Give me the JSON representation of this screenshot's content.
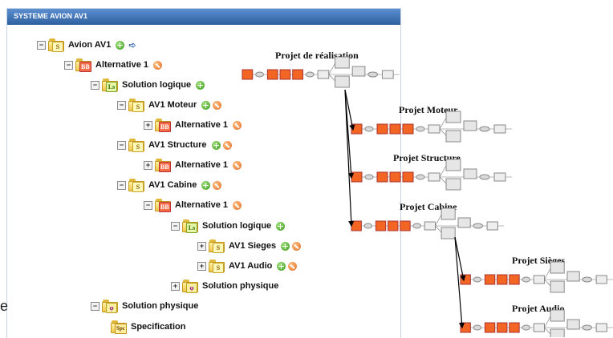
{
  "panel": {
    "title": "SYSTEME AVION AV1"
  },
  "tree": [
    {
      "label": "Avion AV1",
      "badge": "S",
      "type": "s",
      "expander": "−",
      "add": true,
      "cancel": false,
      "arrow": true
    },
    {
      "label": "Alternative 1",
      "badge": "BB",
      "type": "bb",
      "expander": "−",
      "add": false,
      "cancel": true
    },
    {
      "label": "Solution logique",
      "badge": "Ls",
      "type": "ls",
      "expander": "−",
      "add": true,
      "cancel": false
    },
    {
      "label": "AV1 Moteur",
      "badge": "S",
      "type": "s",
      "expander": "−",
      "add": true,
      "cancel": true
    },
    {
      "label": "Alternative 1",
      "badge": "BB",
      "type": "bb",
      "expander": "+",
      "add": false,
      "cancel": true
    },
    {
      "label": "AV1 Structure",
      "badge": "S",
      "type": "s",
      "expander": "−",
      "add": true,
      "cancel": true
    },
    {
      "label": "Alternative 1",
      "badge": "BB",
      "type": "bb",
      "expander": "+",
      "add": false,
      "cancel": true
    },
    {
      "label": "AV1 Cabine",
      "badge": "S",
      "type": "s",
      "expander": "−",
      "add": true,
      "cancel": true
    },
    {
      "label": "Alternative 1",
      "badge": "BB",
      "type": "bb",
      "expander": "−",
      "add": false,
      "cancel": true
    },
    {
      "label": "Solution logique",
      "badge": "Ls",
      "type": "ls",
      "expander": "−",
      "add": true,
      "cancel": false
    },
    {
      "label": "AV1 Sieges",
      "badge": "S",
      "type": "s",
      "expander": "+",
      "add": true,
      "cancel": true
    },
    {
      "label": "AV1 Audio",
      "badge": "S",
      "type": "s",
      "expander": "+",
      "add": true,
      "cancel": true
    },
    {
      "label": "Solution physique",
      "badge": "φ",
      "type": "phi",
      "expander": "+",
      "add": false,
      "cancel": false
    },
    {
      "label": "Solution physique",
      "badge": "φ",
      "type": "phi",
      "expander": "−",
      "add": false,
      "cancel": false
    },
    {
      "label": "Specification",
      "badge": "Spc",
      "type": "spc",
      "expander": "",
      "add": false,
      "cancel": false
    }
  ],
  "projects": [
    "Projet de réalisation",
    "Projet Moteur",
    "Projet Structure",
    "Projet Cabine",
    "Projet Sièges",
    "Projet Audio"
  ],
  "colors": {
    "task": "#f26522",
    "node": "#d9d9d9",
    "header": "#3a6fb5"
  }
}
